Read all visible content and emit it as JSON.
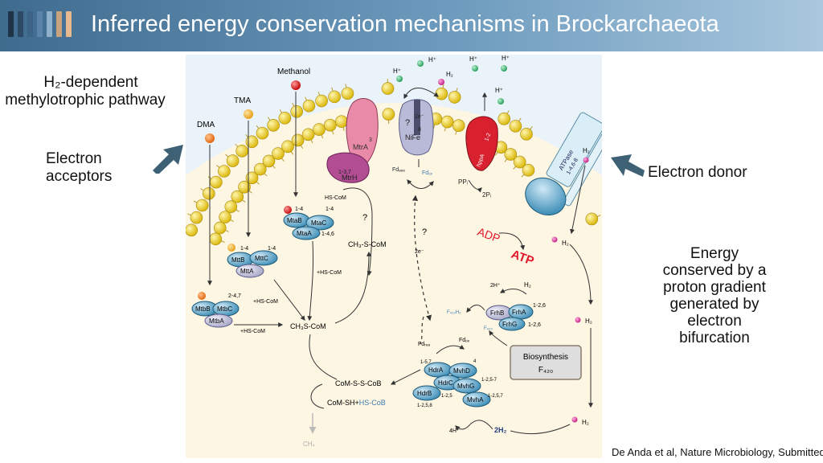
{
  "header": {
    "title": "Inferred energy conservation mechanisms in Brockarchaeota",
    "stripe_colors": [
      "#1f3347",
      "#2c4a66",
      "#3d6386",
      "#5b84a8",
      "#8fb1cc",
      "#c9a27e",
      "#e8b98f"
    ]
  },
  "left_panel": {
    "pathway_title_line1": "H₂-dependent",
    "pathway_title_line2": "methylotrophic pathway",
    "acceptors_line1": "Electron",
    "acceptors_line2": "acceptors"
  },
  "right_panel": {
    "donor_label": "Electron donor",
    "energy_line1": "Energy",
    "energy_line2": "conserved by a",
    "energy_line3": "proton gradient",
    "energy_line4": "generated by",
    "energy_line5": "electron",
    "energy_line6": "bifurcation"
  },
  "arrow_color": "#3e6175",
  "diagram": {
    "substrates": {
      "dma": "DMA",
      "tma": "TMA",
      "methanol": "Methanol"
    },
    "mtr": {
      "mtra": "MtrA",
      "mtrh": "MtrH",
      "mtra_num": "3",
      "mtrh_num": "1-3,7"
    },
    "hydrogenase": {
      "nife": "NiFe",
      "q": "?",
      "two_e": "2e⁻",
      "eight": "8"
    },
    "pyrophosphatase": {
      "label": "hppA",
      "num": "1-2",
      "ppi": "PPᵢ",
      "two_pi": "2Pᵢ"
    },
    "atpase": {
      "label": "ATPase",
      "num": "1-4,6-8",
      "adp": "ADP",
      "atp": "ATP"
    },
    "protons": {
      "h_plus": "H⁺",
      "h2": "H₂"
    },
    "fd": {
      "fd_red": "Fdₐₑₑ",
      "fd_ox": "Fdₒₓ",
      "fd_red_short": "Fdᵣₑₔ",
      "fd_ox_short": "Fdₒₓ"
    },
    "electron_q": "?",
    "electron_2e": "2e⁻",
    "mta": {
      "mtab": "MtaB",
      "mtac": "MtaC",
      "mtaa": "MtaA",
      "n1": "1-4",
      "n2": "1-4",
      "n3": "1-4,6"
    },
    "mtt": {
      "mttb": "MttB",
      "mttc": "MttC",
      "mtta": "MttA",
      "n1": "1-4",
      "n2": "1-4"
    },
    "mtb": {
      "mtbb": "MtbB",
      "mtbc": "MtbC",
      "mtba": "MtbA",
      "n1": "2-4,7"
    },
    "cofactors": {
      "hs_com_1": "HS-CoM",
      "hs_com_2": "+HS-CoM",
      "hs_com_3": "+HS-CoM",
      "hs_com_4": "+HS-CoM",
      "ch3_s_com_top": "CH₃-S-CoM",
      "ch3_s_com": "CH₃S-CoM",
      "q": "?"
    },
    "frh": {
      "frhb": "FrhB",
      "frha": "FrhA",
      "frhg": "FrhG",
      "n1": "1-2,6",
      "n2": "1-2,6",
      "two_h": "2H⁺",
      "h2": "H₂",
      "f420": "F₄₂₀",
      "f420h2": "F₄₂₀H₂"
    },
    "biosynthesis": {
      "line1": "Biosynthesis",
      "line2": "F₄₂₀"
    },
    "hdr": {
      "hdra": "HdrA",
      "hdrc": "HdrC",
      "hdrb": "HdrB",
      "mvhd": "MvhD",
      "mvhg": "MvhG",
      "mvha": "MvhA",
      "n_hdra": "1-5,7",
      "n_mvhd": "4",
      "n_mvhg": "1-2,5-7",
      "n_mvha": "1-2,5,7",
      "n_hdrc": "1-2,5",
      "n_hdrb": "1-2,5,8",
      "four_h": "4H⁺",
      "two_h2": "2H₂"
    },
    "com": {
      "cossc": "CoM-S-S-CoB",
      "comsh": "CoM-SH+",
      "hscob": "HS-CoB",
      "ch4": "CH₄"
    }
  },
  "footer": "De Anda et al, Nature Microbiology, Submitted"
}
